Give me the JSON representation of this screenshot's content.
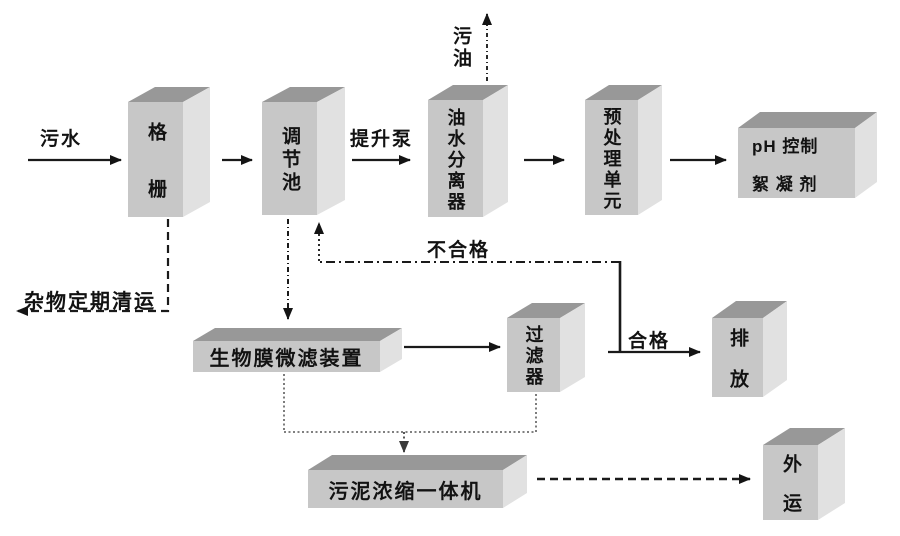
{
  "colors": {
    "background": "#ffffff",
    "box_front": "#c7c7c7",
    "box_top": "#989898",
    "box_side": "#e1e1e1",
    "line": "#1a1a1a",
    "text": "#121212"
  },
  "boxes": {
    "grid_screen": {
      "label": "格栅"
    },
    "regulation_tank": {
      "label": "调节池"
    },
    "oil_water_separator": {
      "label": "油水分离器"
    },
    "pretreatment_unit": {
      "label": "预处理单元"
    },
    "ph_control": {
      "line1": "pH 控制",
      "line2": "絮 凝 剂"
    },
    "biofilm_microfilter": {
      "label": "生物膜微滤装置"
    },
    "filter": {
      "label": "过滤器"
    },
    "discharge": {
      "label": "排放"
    },
    "outward_transport": {
      "label": "外运"
    },
    "sludge_thickener": {
      "label": "污泥浓缩一体机"
    }
  },
  "labels": {
    "sewage": "污水",
    "lift_pump": "提升泵",
    "waste_oil": "污油",
    "unqualified": "不合格",
    "qualified": "合格",
    "debris_removal": "杂物定期清运"
  }
}
